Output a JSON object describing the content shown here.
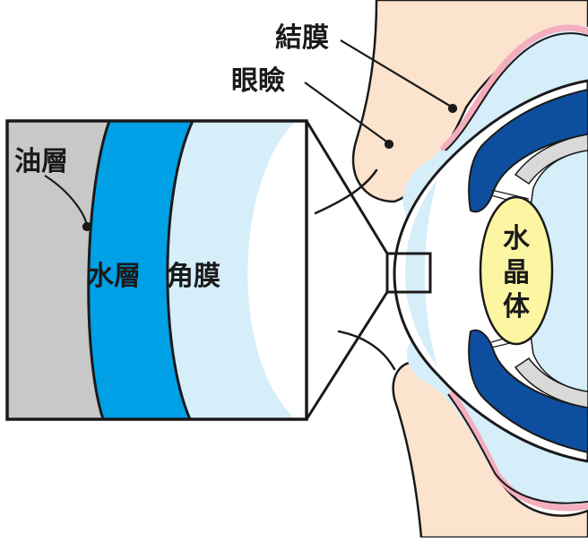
{
  "labels": {
    "conjunctiva": "結膜",
    "eyelid": "眼瞼",
    "oil_layer": "油層",
    "water_layer": "水層",
    "cornea": "角膜",
    "lens_line1": "水",
    "lens_line2": "晶",
    "lens_line3": "体"
  },
  "colors": {
    "skin": "#fbe3cd",
    "pink_edge": "#f4aebd",
    "light_blue": "#d5eef9",
    "water_blue": "#00a0e6",
    "dark_blue": "#0d4f9e",
    "oil_gray": "#c8c8c8",
    "lens_yellow": "#fcf6a3",
    "outline": "#1a1a1a"
  }
}
